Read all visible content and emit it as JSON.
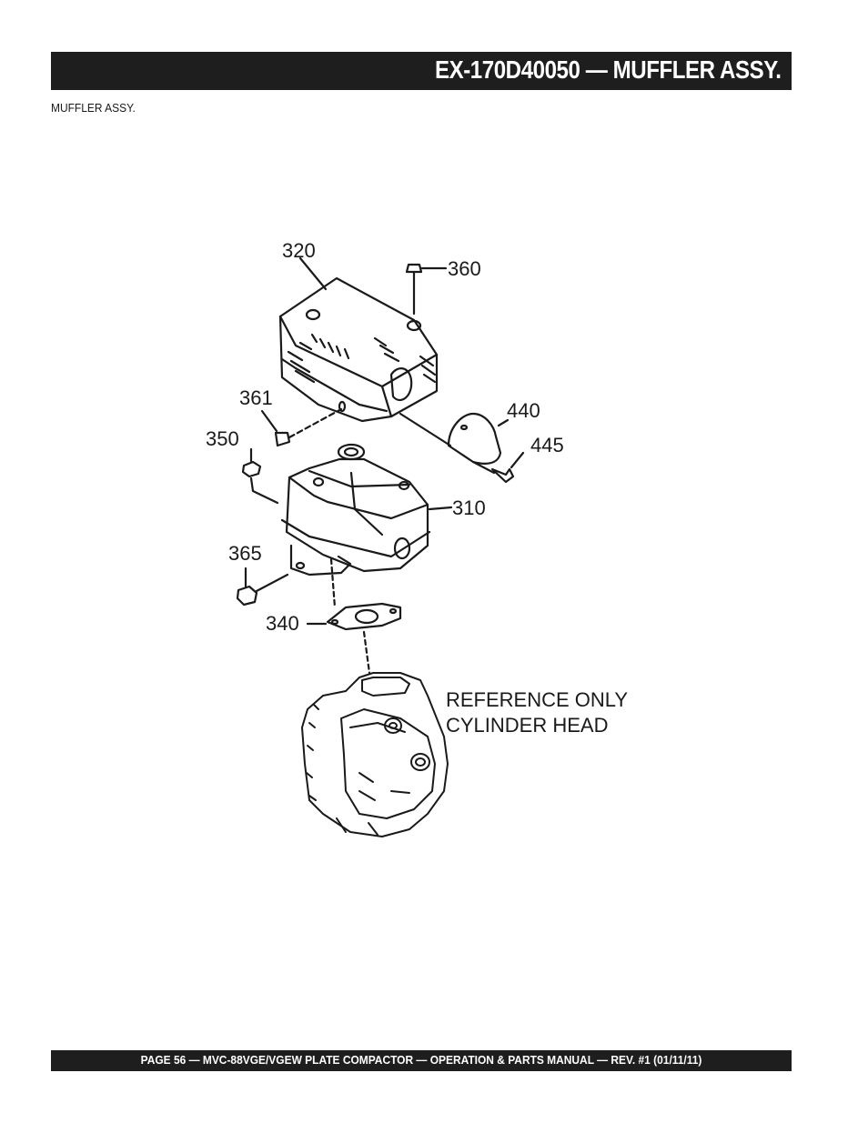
{
  "header": {
    "title": "EX-170D40050  —  MUFFLER ASSY."
  },
  "subtitle": "MUFFLER ASSY.",
  "diagram": {
    "callouts": {
      "c320": "320",
      "c360": "360",
      "c361": "361",
      "c350": "350",
      "c440": "440",
      "c445": "445",
      "c310": "310",
      "c365": "365",
      "c340": "340"
    },
    "reference_line1": "REFERENCE ONLY",
    "reference_line2": "CYLINDER HEAD"
  },
  "footer": {
    "text": "PAGE 56 — MVC-88VGE/VGEW PLATE COMPACTOR —  OPERATION & PARTS MANUAL — REV. #1 (01/11/11)"
  }
}
